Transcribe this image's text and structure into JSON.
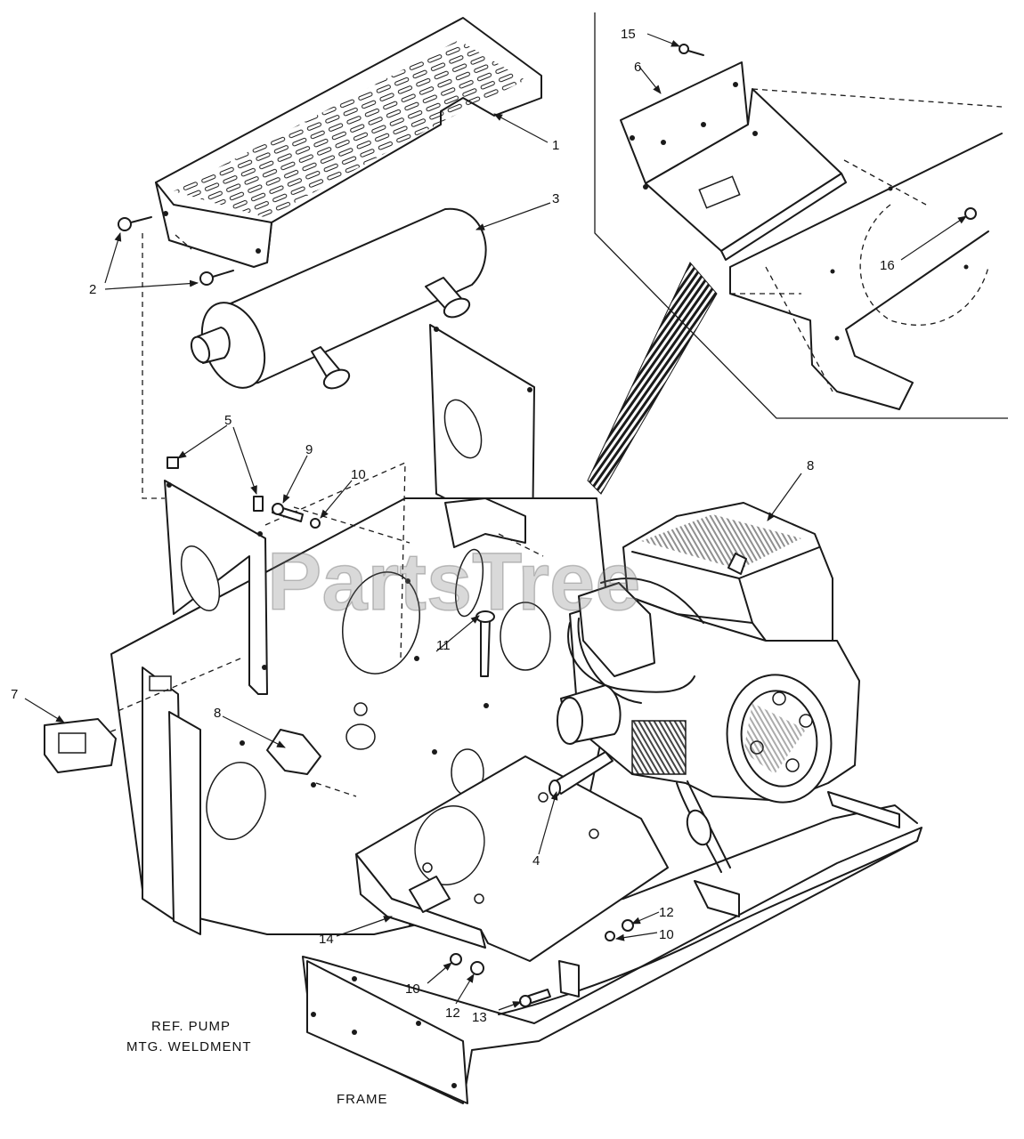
{
  "watermark": "PartsTree",
  "callouts": [
    {
      "id": "c1",
      "text": "1"
    },
    {
      "id": "c2",
      "text": "2"
    },
    {
      "id": "c3",
      "text": "3"
    },
    {
      "id": "c4",
      "text": "4"
    },
    {
      "id": "c5",
      "text": "5"
    },
    {
      "id": "c6",
      "text": "6"
    },
    {
      "id": "c7",
      "text": "7"
    },
    {
      "id": "c8a",
      "text": "8"
    },
    {
      "id": "c8b",
      "text": "8"
    },
    {
      "id": "c9",
      "text": "9"
    },
    {
      "id": "c10a",
      "text": "10"
    },
    {
      "id": "c10b",
      "text": "10"
    },
    {
      "id": "c10c",
      "text": "10"
    },
    {
      "id": "c11",
      "text": "11"
    },
    {
      "id": "c12a",
      "text": "12"
    },
    {
      "id": "c12b",
      "text": "12"
    },
    {
      "id": "c13",
      "text": "13"
    },
    {
      "id": "c14",
      "text": "14"
    },
    {
      "id": "c15",
      "text": "15"
    },
    {
      "id": "c16",
      "text": "16"
    }
  ],
  "reference_labels": {
    "pump_line1": "REF. PUMP",
    "pump_line2": "MTG. WELDMENT",
    "frame": "FRAME"
  }
}
